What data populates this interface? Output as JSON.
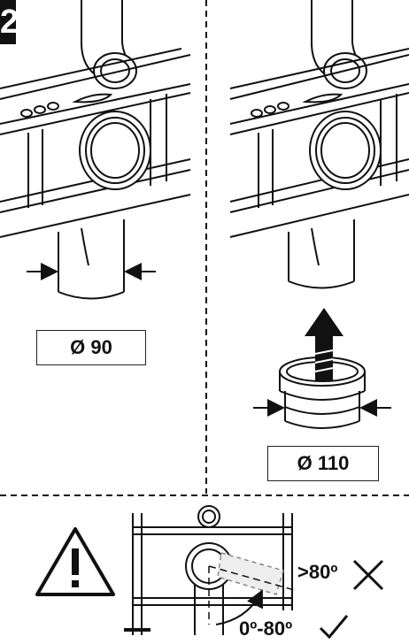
{
  "step": {
    "number": "2"
  },
  "left_panel": {
    "diameter_label": "Ø 90"
  },
  "right_panel": {
    "diameter_label": "Ø 110"
  },
  "bottom_panel": {
    "warning_icon": "warning-triangle-icon",
    "angle_bad_label": ">80º",
    "angle_good_label": "0º-80º",
    "bad_icon": "cross-icon",
    "good_icon": "checkmark-icon"
  },
  "colors": {
    "line": "#111111",
    "background": "#ffffff",
    "fill": "#f2f2f2"
  }
}
